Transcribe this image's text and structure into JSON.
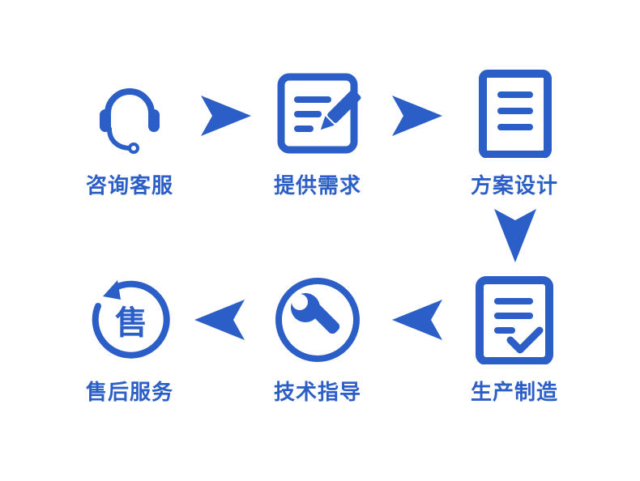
{
  "diagram": {
    "accent_color": "#2b5ec7",
    "steps": [
      {
        "label": "咨询客服",
        "icon": "headset-icon"
      },
      {
        "label": "提供需求",
        "icon": "edit-document-icon"
      },
      {
        "label": "方案设计",
        "icon": "document-list-icon"
      },
      {
        "label": "生产制造",
        "icon": "document-check-icon"
      },
      {
        "label": "技术指导",
        "icon": "wrench-icon"
      },
      {
        "label": "售后服务",
        "icon": "after-sales-cycle-icon"
      }
    ],
    "after_sales_badge": "售",
    "flow": [
      {
        "from": "咨询客服",
        "to": "提供需求"
      },
      {
        "from": "提供需求",
        "to": "方案设计"
      },
      {
        "from": "方案设计",
        "to": "生产制造"
      },
      {
        "from": "生产制造",
        "to": "技术指导"
      },
      {
        "from": "技术指导",
        "to": "售后服务"
      }
    ]
  }
}
